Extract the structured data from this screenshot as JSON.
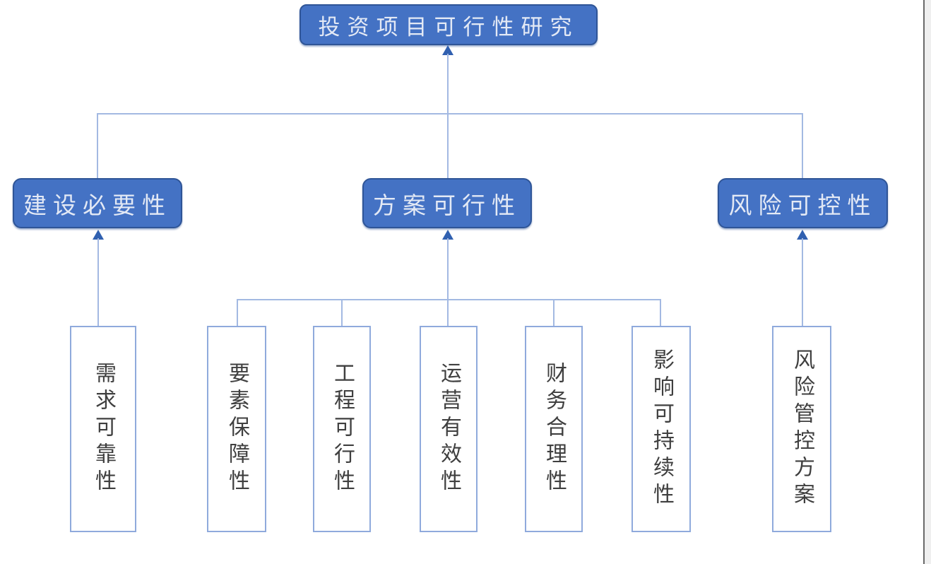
{
  "diagram": {
    "title_node": "投资项目可行性研究",
    "root": {
      "label": "投资项目可行性研究"
    },
    "branches": [
      {
        "label": "建设必要性",
        "children": [
          "需求可靠性"
        ]
      },
      {
        "label": "方案可行性",
        "children": [
          "要素保障性",
          "工程可行性",
          "运营有效性",
          "财务合理性",
          "影响可持续性"
        ]
      },
      {
        "label": "风险可控性",
        "children": [
          "风险管控方案"
        ]
      }
    ],
    "arrow_direction": "up"
  },
  "colors": {
    "node_fill": "#4472C4",
    "node_border": "#2F5597",
    "node_text": "#E3E9F5",
    "leaf_border": "#8FAADC",
    "leaf_text": "#3F3F3F",
    "connector": "#A3B9E2",
    "arrowhead": "#3060B0"
  }
}
